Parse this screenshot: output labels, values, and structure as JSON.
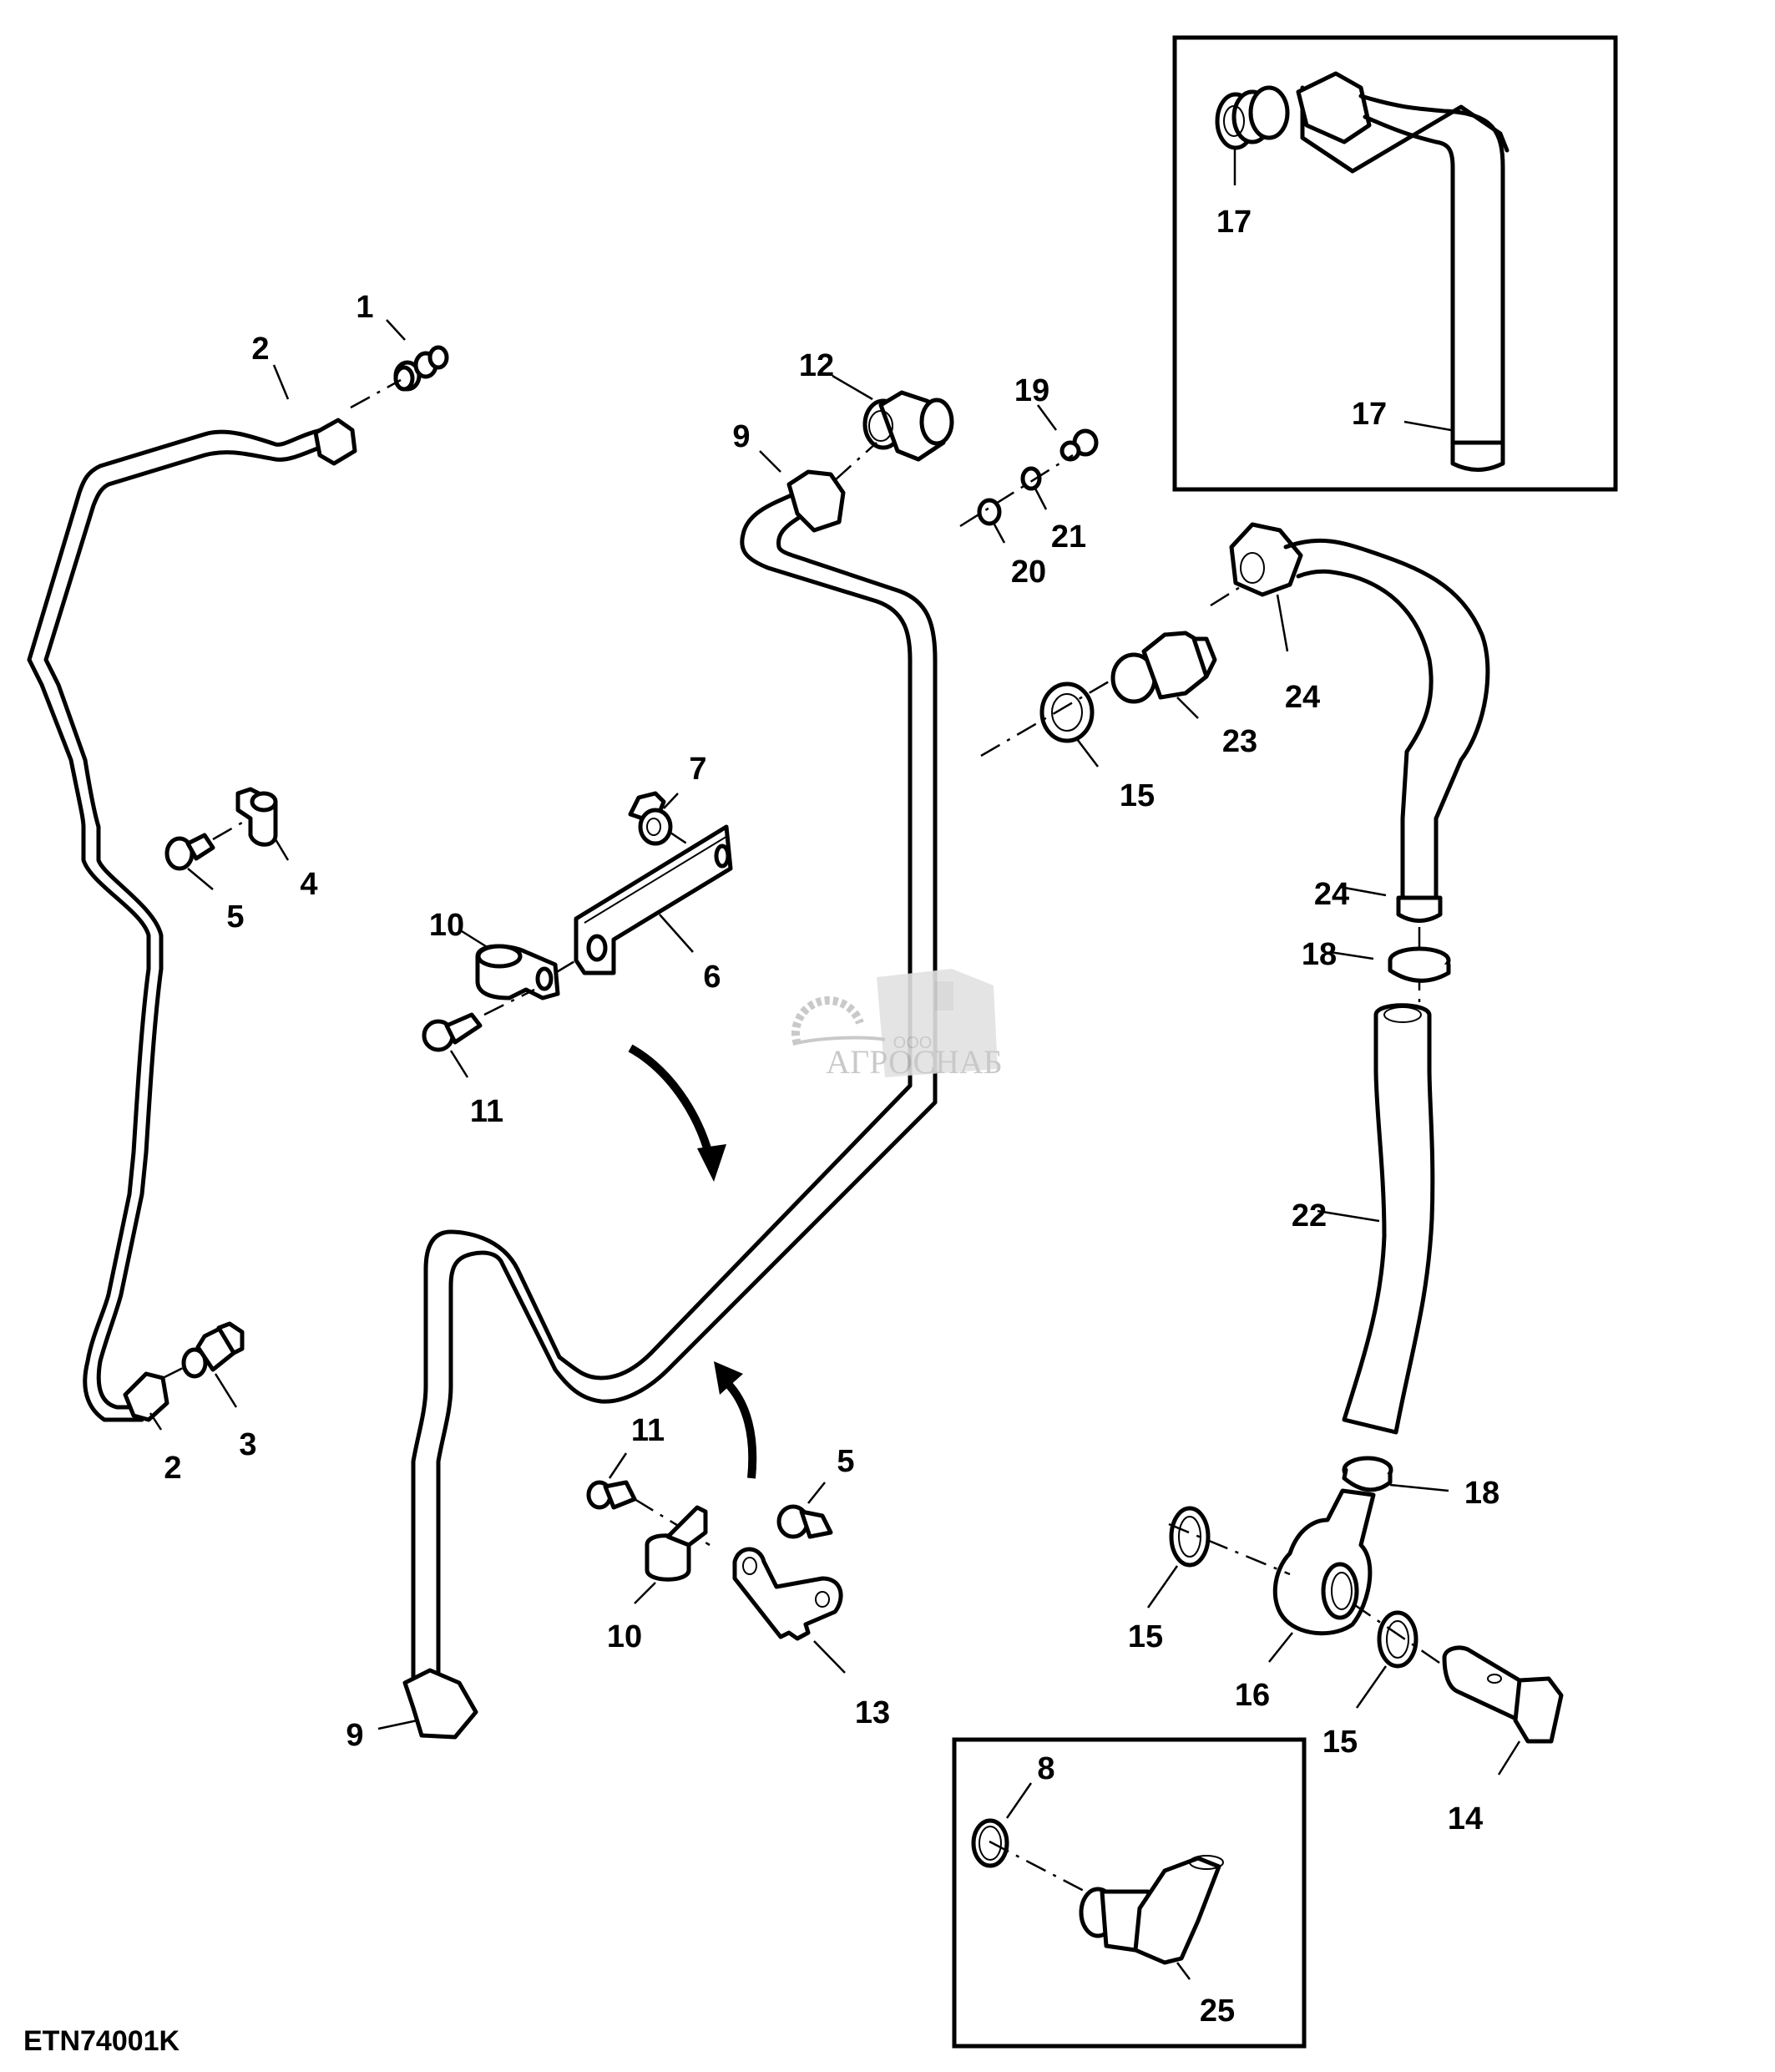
{
  "figure_id": "ETN74001K",
  "watermark": {
    "prefix": "ООО",
    "name": "АГРОСНАБ"
  },
  "callouts": {
    "c1": "1",
    "c2a": "2",
    "c2b": "2",
    "c3": "3",
    "c4": "4",
    "c5a": "5",
    "c5b": "5",
    "c6": "6",
    "c7": "7",
    "c8": "8",
    "c9a": "9",
    "c9b": "9",
    "c10a": "10",
    "c10b": "10",
    "c11a": "11",
    "c11b": "11",
    "c12": "12",
    "c13": "13",
    "c14": "14",
    "c15a": "15",
    "c15b": "15",
    "c15c": "15",
    "c16": "16",
    "c17a": "17",
    "c17b": "17",
    "c18a": "18",
    "c18b": "18",
    "c19": "19",
    "c20": "20",
    "c21": "21",
    "c22": "22",
    "c23": "23",
    "c24a": "24",
    "c24b": "24",
    "c25": "25"
  },
  "parts": [
    {
      "number": "1",
      "kind": "adapter fitting"
    },
    {
      "number": "2",
      "kind": "fuel line nut"
    },
    {
      "number": "3",
      "kind": "adapter fitting"
    },
    {
      "number": "4",
      "kind": "clamp"
    },
    {
      "number": "5",
      "kind": "cap screw"
    },
    {
      "number": "6",
      "kind": "bracket"
    },
    {
      "number": "7",
      "kind": "flange nut"
    },
    {
      "number": "8",
      "kind": "o-ring"
    },
    {
      "number": "9",
      "kind": "fuel line / pipe nut"
    },
    {
      "number": "10",
      "kind": "clamp"
    },
    {
      "number": "11",
      "kind": "cap screw"
    },
    {
      "number": "12",
      "kind": "adapter fitting"
    },
    {
      "number": "13",
      "kind": "bracket"
    },
    {
      "number": "14",
      "kind": "banjo bolt"
    },
    {
      "number": "15",
      "kind": "sealing washer"
    },
    {
      "number": "16",
      "kind": "banjo fitting"
    },
    {
      "number": "17",
      "kind": "return line with fitting"
    },
    {
      "number": "18",
      "kind": "hose clamp"
    },
    {
      "number": "19",
      "kind": "plug"
    },
    {
      "number": "20",
      "kind": "washer"
    },
    {
      "number": "21",
      "kind": "washer"
    },
    {
      "number": "22",
      "kind": "hose"
    },
    {
      "number": "23",
      "kind": "adapter fitting"
    },
    {
      "number": "24",
      "kind": "return line with nut"
    },
    {
      "number": "25",
      "kind": "elbow fitting"
    }
  ]
}
